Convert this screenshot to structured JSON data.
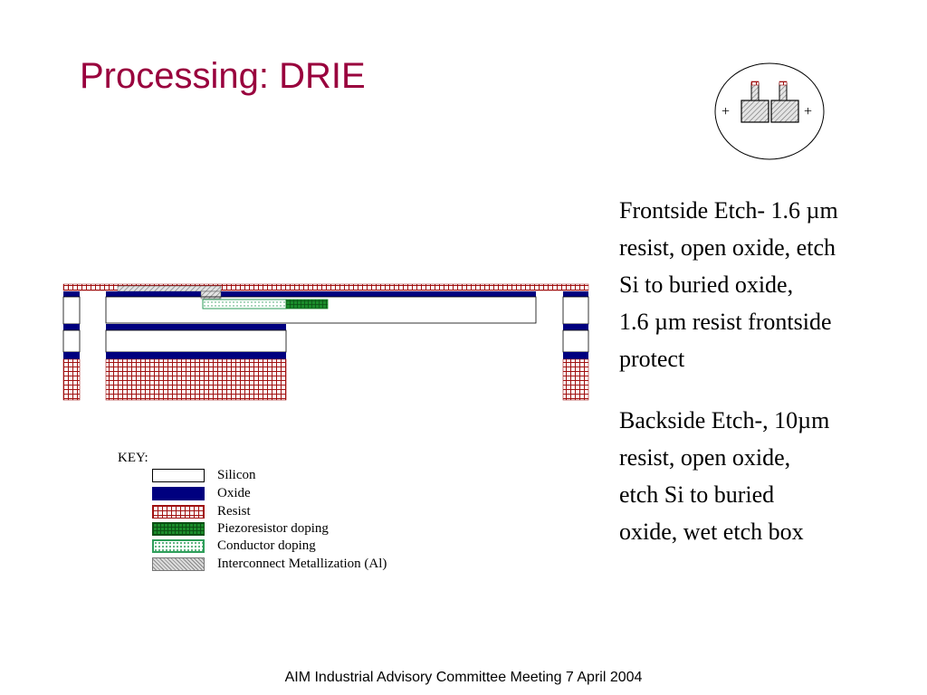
{
  "slide": {
    "title": "Processing: DRIE",
    "footer": "AIM Industrial Advisory Committee Meeting 7 April 2004"
  },
  "body": {
    "paragraph1": [
      "Frontside Etch- 1.6 µm",
      "resist, open oxide, etch",
      "Si to buried oxide,",
      "1.6 µm resist frontside",
      "protect"
    ],
    "paragraph2": [
      "Backside Etch-, 10µm",
      "resist, open oxide,",
      "etch Si to buried",
      "oxide, wet etch box"
    ]
  },
  "key": {
    "title": "KEY:",
    "items": [
      {
        "label": "Silicon",
        "material": "silicon"
      },
      {
        "label": "Oxide",
        "material": "oxide"
      },
      {
        "label": "Resist",
        "material": "resist"
      },
      {
        "label": "Piezoresistor doping",
        "material": "piezo"
      },
      {
        "label": "Conductor doping",
        "material": "conductor"
      },
      {
        "label": "Interconnect Metallization (Al)",
        "material": "metal"
      }
    ]
  },
  "inset": {
    "left_symbol": "+",
    "right_symbol": "+"
  },
  "colors": {
    "title": "#99003d",
    "oxide": "#00007f",
    "resist": "#a01010",
    "piezo": "#1a8c2a",
    "conductor": "#2e9e5a",
    "metal": "#8a8a8a"
  }
}
